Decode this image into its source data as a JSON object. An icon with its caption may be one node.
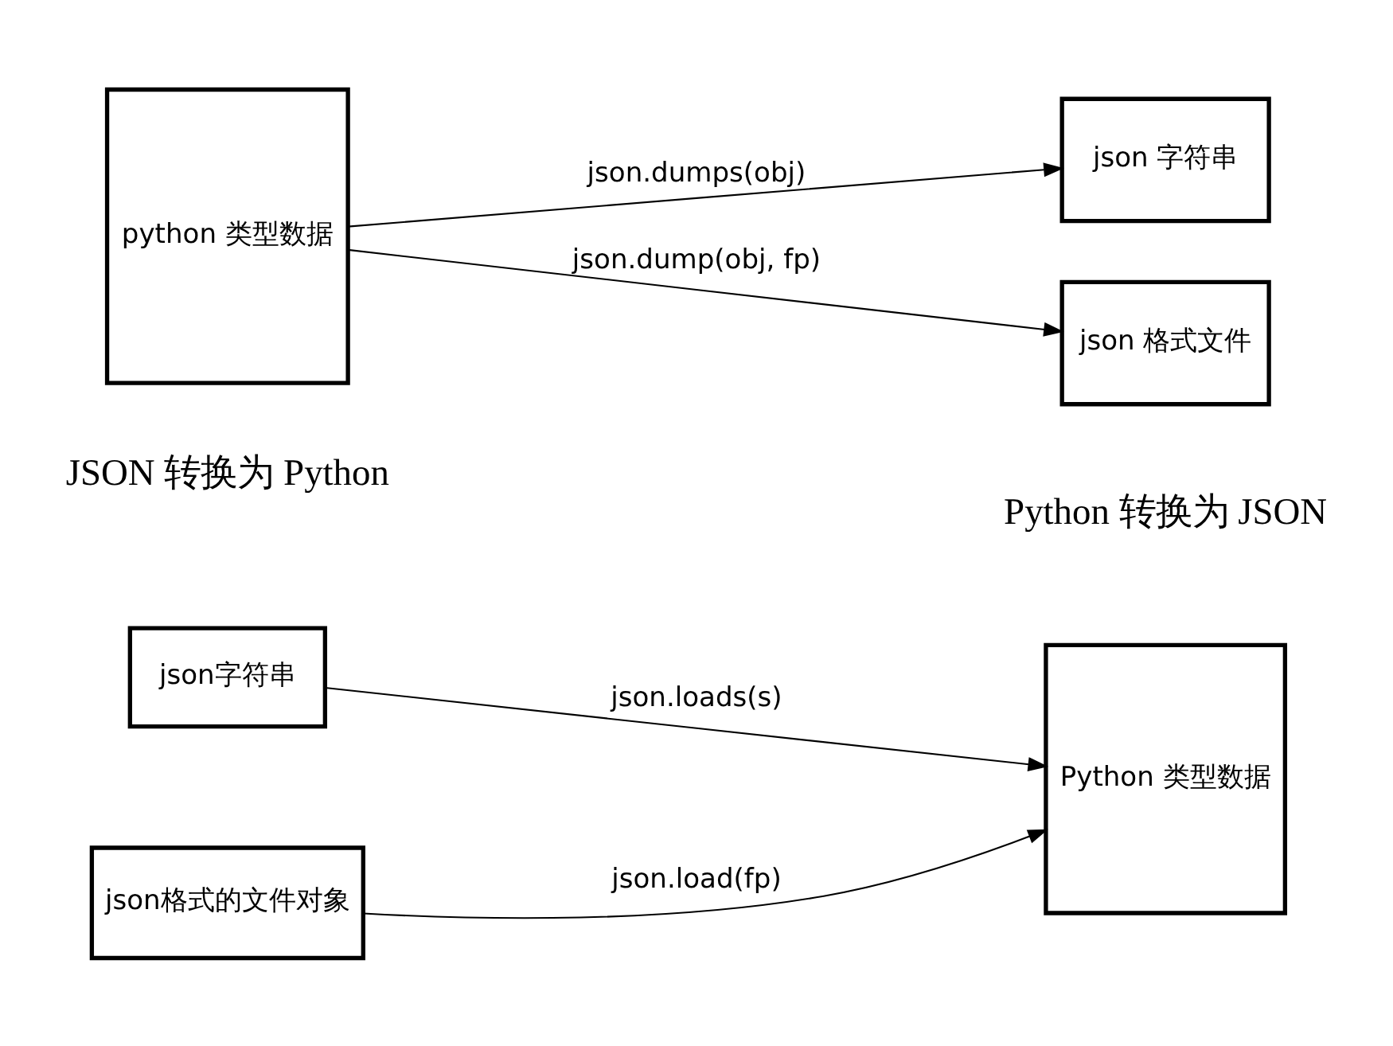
{
  "diagram": {
    "nodes": [
      {
        "text": [
          "json字符串"
        ]
      },
      {
        "text": [
          "json格式的文件对象"
        ]
      },
      {
        "text": [
          "Python 类型数据"
        ]
      },
      {
        "text": [
          "python 类型数据"
        ]
      },
      {
        "text": [
          "json 字符串"
        ]
      },
      {
        "text": [
          "json 格式文件"
        ]
      }
    ],
    "edges": [
      {
        "from": 0,
        "to": 2,
        "arrow": "to",
        "label": "json.loads(s)"
      },
      {
        "from": 1,
        "to": 2,
        "arrow": "to",
        "label": "json.load(fp)"
      },
      {
        "from": 3,
        "to": 4,
        "arrow": "to",
        "label": "json.dumps(obj)"
      },
      {
        "from": 3,
        "to": 5,
        "arrow": "to",
        "label": "json.dump(obj, fp)"
      }
    ],
    "labels": [
      "JSON 转换为 Python",
      "Python 转换为 JSON"
    ]
  }
}
